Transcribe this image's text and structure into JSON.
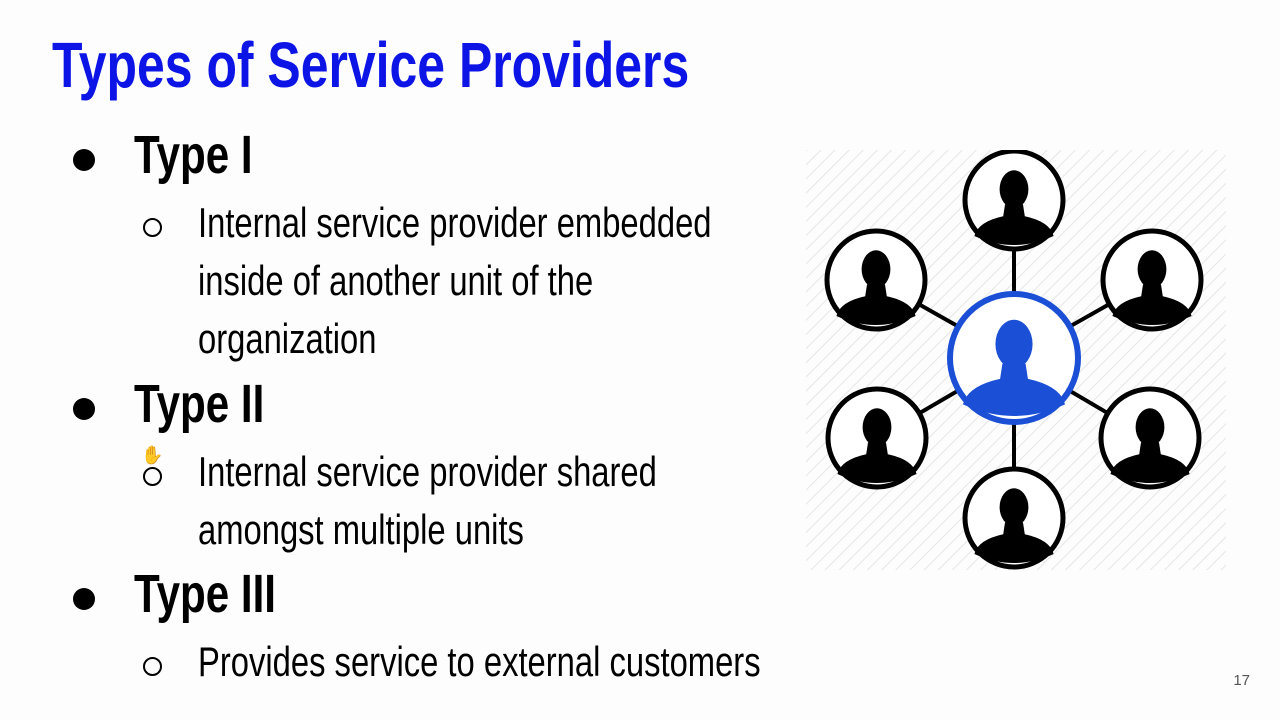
{
  "title": "Types of Service Providers",
  "items": [
    {
      "label": "Type I",
      "sub": [
        "Internal service provider embedded",
        "inside of another unit of the",
        "organization"
      ]
    },
    {
      "label": "Type II",
      "sub": [
        "Internal service provider shared",
        "amongst multiple units"
      ]
    },
    {
      "label": "Type III",
      "sub": [
        "Provides service to external customers"
      ]
    }
  ],
  "page_number": "17",
  "colors": {
    "title": "#0c14e6",
    "center_node": "#1a4fd6"
  }
}
